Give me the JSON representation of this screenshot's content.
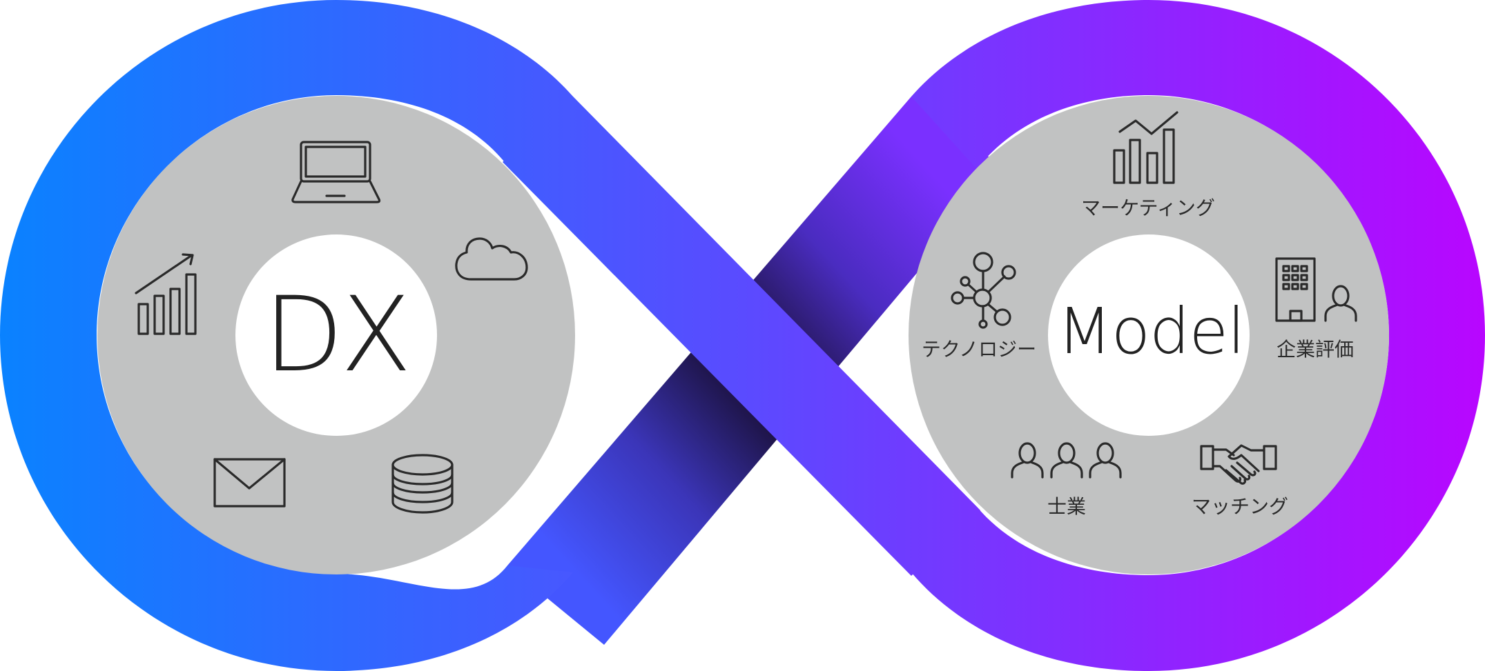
{
  "diagram": {
    "type": "infinity-loop",
    "colors": {
      "gradient_start": "#0a82ff",
      "gradient_mid": "#5a4bff",
      "gradient_end": "#b806ff",
      "crossing_shadow": "#1e1448",
      "disk": "#c1c2c2",
      "hub": "#ffffff",
      "ink": "#2a2a2a"
    },
    "left_loop": {
      "hub_label": "DX",
      "items": [
        {
          "icon": "laptop-icon",
          "label": ""
        },
        {
          "icon": "cloud-icon",
          "label": ""
        },
        {
          "icon": "database-icon",
          "label": ""
        },
        {
          "icon": "mail-icon",
          "label": ""
        },
        {
          "icon": "growth-chart-icon",
          "label": ""
        }
      ]
    },
    "right_loop": {
      "hub_label": "Model",
      "items": [
        {
          "icon": "marketing-chart-icon",
          "label": "マーケティング"
        },
        {
          "icon": "company-evaluation-icon",
          "label": "企業評価"
        },
        {
          "icon": "handshake-icon",
          "label": "マッチング"
        },
        {
          "icon": "professionals-icon",
          "label": "士業"
        },
        {
          "icon": "network-icon",
          "label": "テクノロジー"
        }
      ]
    }
  }
}
